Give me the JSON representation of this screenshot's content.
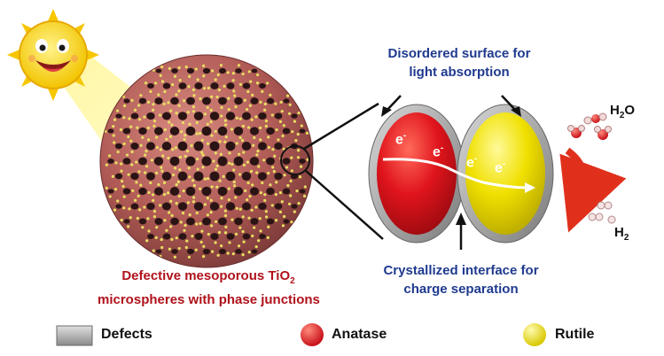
{
  "labels": {
    "surface_line1": "Disordered surface for",
    "surface_line2": "light absorption",
    "sphere_line1_prefix": "Defective mesoporous TiO",
    "sphere_line1_sub": "2",
    "sphere_line2": "microspheres with phase junctions",
    "interface_line1": "Crystallized interface for",
    "interface_line2": "charge separation",
    "water_base": "H",
    "water_sub": "2",
    "water_tail": "O",
    "hydrogen_base": "H",
    "hydrogen_sub": "2",
    "electron": "e",
    "electron_sup": "-"
  },
  "legend": [
    {
      "label": "Defects",
      "icon": "gray-defect-swatch"
    },
    {
      "label": "Anatase",
      "icon": "red-anatase-sphere"
    },
    {
      "label": "Rutile",
      "icon": "yellow-rutile-sphere"
    }
  ],
  "colors": {
    "title_blue": "#1f3a8f",
    "caption_red": "#b0121b",
    "anatase": "#e0141c",
    "rutile": "#f0e000",
    "sphere_body": "#b85a5a",
    "defect_gray": "#9a9a9a"
  }
}
